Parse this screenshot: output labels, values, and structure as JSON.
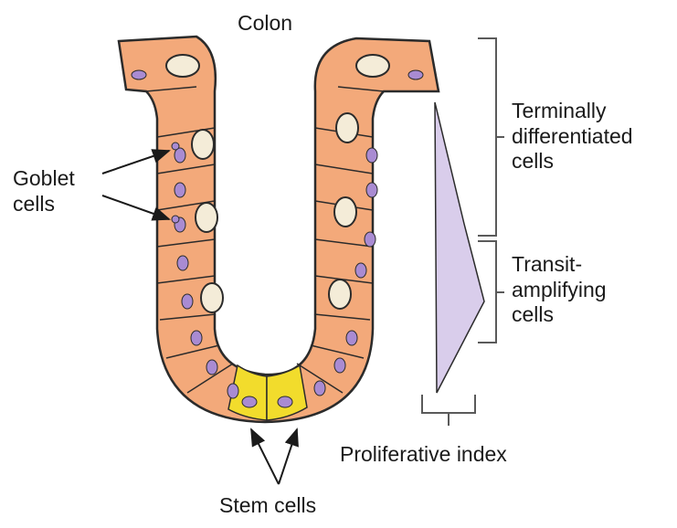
{
  "labels": {
    "title": "Colon",
    "goblet": [
      "Goblet",
      "cells"
    ],
    "terminal": [
      "Terminally",
      "differentiated",
      "cells"
    ],
    "transit": [
      "Transit-",
      "amplifying",
      "cells"
    ],
    "proliferative": "Proliferative index",
    "stem": "Stem cells"
  },
  "colors": {
    "tissue": "#f3a97a",
    "tissue_outline": "#2b2b2b",
    "nucleus": "#a98bd2",
    "goblet_vacuole": "#f4ecd8",
    "stem_cell": "#f2dc2c",
    "proliferative_fill": "#d9cdeb"
  }
}
